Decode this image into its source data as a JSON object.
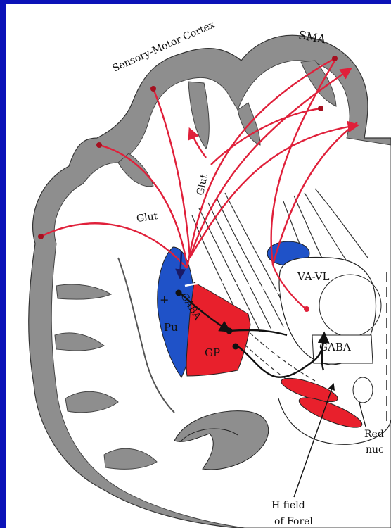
{
  "labels": {
    "sensory_motor_cortex": "Sensory-Motor Cortex",
    "sma": "SMA",
    "glut_left": "Glut",
    "glut_center": "Glut",
    "plus": "+",
    "gaba_striatal": "GABA",
    "pu": "Pu",
    "gp": "GP",
    "va_vl": "VA-VL",
    "gaba_thalamic": "GABA",
    "red_nucleus_line1": "Red",
    "red_nucleus_line2": "nuc",
    "h_field_line1": "H field",
    "h_field_line2": "of Forel"
  },
  "colors": {
    "background": "#0b12b8",
    "cortex_gray": "#8e8e8e",
    "putamen_blue": "#1f52c8",
    "globus_pallidus_red": "#e8202c",
    "pathway_red": "#e0203a"
  }
}
